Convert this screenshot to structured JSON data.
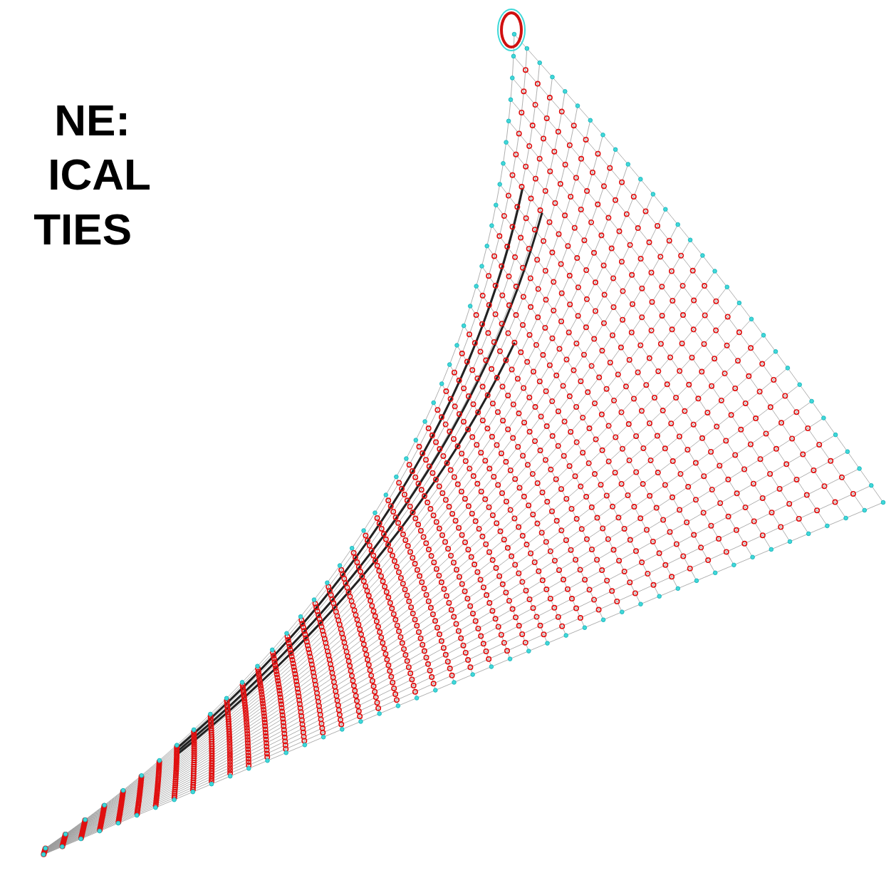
{
  "diagram": {
    "labels": [
      "NE:",
      "ICAL",
      "TIES"
    ]
  }
}
